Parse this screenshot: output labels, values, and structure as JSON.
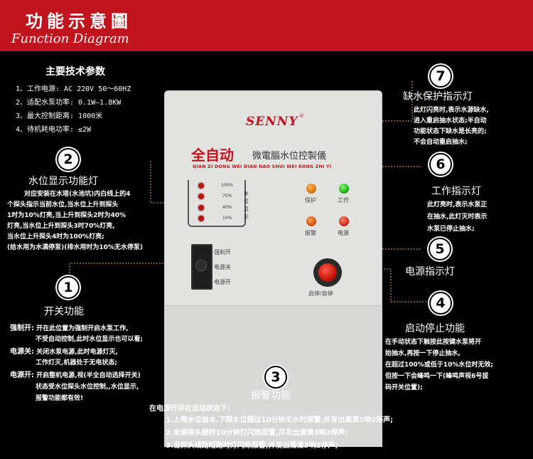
{
  "header": {
    "title": "功能示意圖",
    "subtitle": "Function Diagram"
  },
  "specs": {
    "title": "主要技术参数",
    "items": [
      "1、工作电源: AC 220V  50～60HZ",
      "2、适配水泵功率: 0.1W—1.8KW",
      "3、最大控制距离: 1000米",
      "4、待机耗电功率: ≤2W"
    ]
  },
  "sections": {
    "s7": {
      "num": "7",
      "title": "缺水保护指示灯",
      "lines": [
        "此灯闪亮时,表示水源缺水,",
        "进入重启抽水状态;半自动",
        "功能状态下缺水是长亮的;",
        "不会自动重启抽水;"
      ]
    },
    "s2": {
      "num": "2",
      "title": "水位显示功能灯",
      "lines": [
        "对应安装在水塔(水池坑)内白线上的4",
        "个探头指示当前水位,当水位上升到探头",
        "1时为10%灯亮,当上升到探头2时为40%",
        "灯亮,当水位上升到探头3时70%灯亮,",
        "当水位上升探头4时为100%灯亮;",
        "(给水用为水满停泵)(排水用时为10%无水停泵)"
      ]
    },
    "s6": {
      "num": "6",
      "title": "工作指示灯",
      "lines": [
        "此灯亮时,表示水泵正",
        "在抽水,此灯灭时表示",
        "水泵已停止抽水;"
      ]
    },
    "s5": {
      "num": "5",
      "title": "电源指示灯"
    },
    "s1": {
      "num": "1",
      "title": "开关功能",
      "lines": [
        {
          "label": "强制开:",
          "text": "开在此位置为强制开启水泵工作,"
        },
        {
          "label": "",
          "text": "不受自动控制,此时水位显示也可以看;"
        },
        {
          "label": "电源关:",
          "text": "关闭水泵电源,此时电源灯灭,"
        },
        {
          "label": "",
          "text": "工作灯灭,机器处于无电状态;"
        },
        {
          "label": "电源开:",
          "text": "开启整机电源,视(半全自动选择开关)"
        },
        {
          "label": "",
          "text": "状态受水位探头水位控制,,水位显示,"
        },
        {
          "label": "",
          "text": "报警功能都有效!"
        }
      ]
    },
    "s4": {
      "num": "4",
      "title": "启动停止功能",
      "lines": [
        "在手动状态下触按此按键水泵将开",
        "始抽水,再按一下停止抽水,",
        "在超过100%或低于10%水位时无效;",
        "但按一下会峰鸣一下(峰鸣声视6号拔",
        "码开关位置);"
      ]
    },
    "s3": {
      "num": "3",
      "title": "报警功能",
      "intro": "在电源开并在自动状态下:",
      "lines": [
        "1.上限水位溢水,下限水位超过10分钟无水时报警,并发出滴滴3响2停声;",
        "2.未接探头超时10分钟灯闪烁报警,并发出滴滴3响2停声;",
        "3.当探头线路短路时灯闪烁报警,并发出滴滴3响2停声;"
      ]
    }
  },
  "device": {
    "brand": "SENNY",
    "reg": "®",
    "mode": "全自动",
    "name": "微電腦水位控製儀",
    "pinyin": "QIAN ZI DONG WEI DIAN NAO SHUI WEI KONG ZHI YI",
    "levels": [
      "100%",
      "70%",
      "40%",
      "10%"
    ],
    "gauge_label": "水位显示",
    "lamps": {
      "protect": "保护",
      "work": "工作",
      "alarm": "报警",
      "power": "电源"
    },
    "switch_labels": [
      "强制开",
      "电源关",
      "电源开"
    ],
    "button_label": "启停/自停"
  },
  "colors": {
    "header": "#c0151c",
    "background": "#000000",
    "panel": "#e2e3e1",
    "accent": "#f2a33a"
  }
}
